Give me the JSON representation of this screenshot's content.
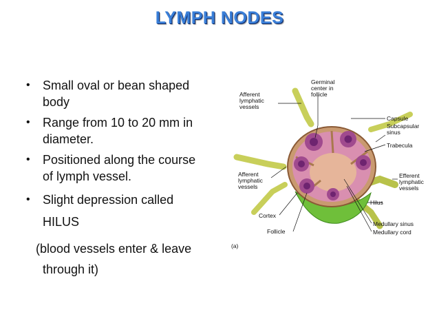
{
  "slide": {
    "title": "LYMPH NODES",
    "bullets": [
      {
        "line1": "Small oval or bean shaped",
        "line2": "body"
      },
      {
        "line1": "Range from 10 to 20 mm in",
        "line2": "diameter."
      },
      {
        "line1": "Positioned along the course",
        "line2": "of lymph vessel."
      },
      {
        "line1": "Slight depression called",
        "line2": "HILUS"
      }
    ],
    "note": {
      "line1": "(blood vessels enter & leave",
      "line2": "through it)"
    },
    "bullet_glyph": "•"
  },
  "diagram": {
    "labels": {
      "germinal_center": [
        "Germinal",
        "center in",
        "follicle"
      ],
      "afferent_top": [
        "Afferent",
        "lymphatic",
        "vessels"
      ],
      "afferent_mid": [
        "Afferent",
        "lymphatic",
        "vessels"
      ],
      "capsule": "Capsule",
      "subcapsular_sinus": [
        "Subcapsular",
        "sinus"
      ],
      "trabecula": "Trabecula",
      "efferent": [
        "Efferent",
        "lymphatic",
        "vessels"
      ],
      "hilus": "Hilus",
      "cortex": "Cortex",
      "follicle": "Follicle",
      "medullary_sinus": "Medullary sinus",
      "medullary_cord": "Medullary cord",
      "figure_tag": "(a)"
    },
    "colors": {
      "capsule": "#c99a70",
      "cortex": "#d98fb0",
      "follicle": "#a04a8e",
      "germinal": "#6e2470",
      "green_tissue": "#6fbf3a",
      "vessel": "#c8cf5a"
    }
  }
}
